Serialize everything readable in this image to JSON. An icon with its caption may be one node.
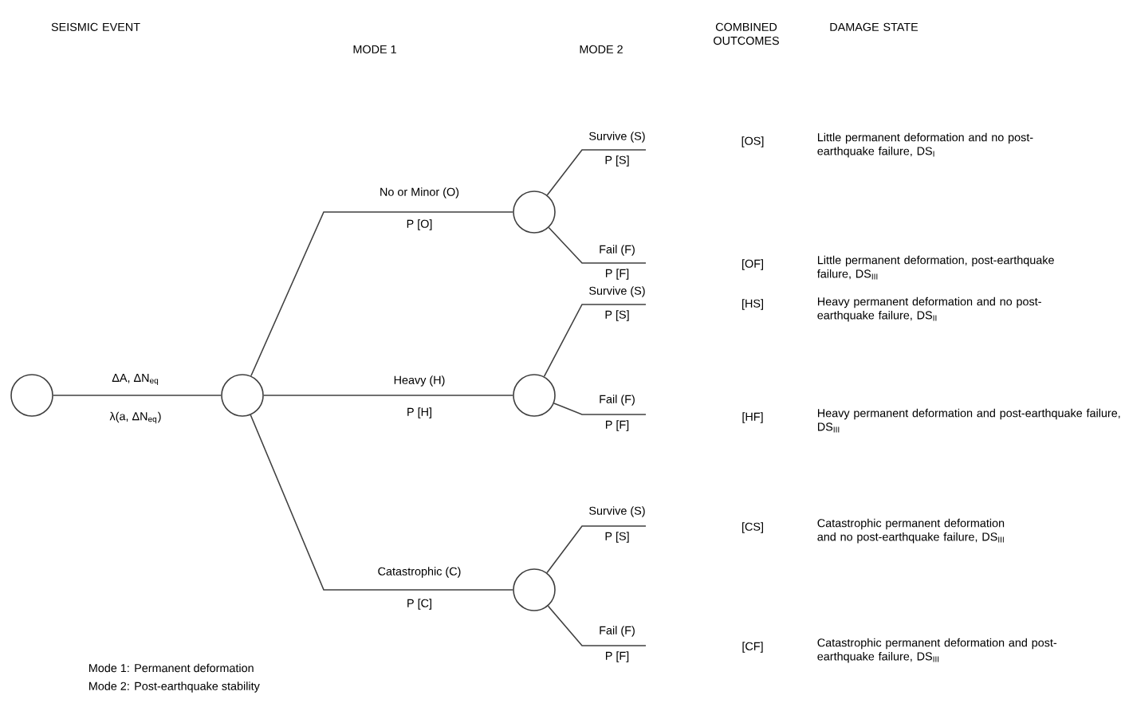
{
  "diagram": {
    "nodes": [
      {
        "text": [],
        "shape": "circle"
      },
      {
        "text": [],
        "shape": "circle"
      },
      {
        "text": [],
        "shape": "circle"
      },
      {
        "text": [],
        "shape": "circle"
      },
      {
        "text": [],
        "shape": "circle"
      }
    ],
    "edges": [
      {
        "from": 0,
        "to": 1,
        "arrow": "none",
        "label": "ΔA, ΔN$_{eq}$"
      },
      {
        "from": 1,
        "to": 2,
        "arrow": "none",
        "label": "No or Minor (O)"
      },
      {
        "from": 1,
        "to": 3,
        "arrow": "none",
        "label": "Heavy  (H)"
      },
      {
        "from": 1,
        "to": 4,
        "arrow": "none",
        "label": "Catastrophic (C)"
      },
      {
        "from": 2,
        "to": null,
        "arrow": "none",
        "label": "Survive (S)"
      },
      {
        "from": 2,
        "to": null,
        "arrow": "none",
        "label": "Fail (F)"
      },
      {
        "from": 3,
        "to": null,
        "arrow": "none",
        "label": "Survive (S)"
      },
      {
        "from": 3,
        "to": null,
        "arrow": "none",
        "label": "Fail (F)"
      },
      {
        "from": 4,
        "to": null,
        "arrow": "none",
        "label": "Survive (S)"
      },
      {
        "from": 4,
        "to": null,
        "arrow": "none",
        "label": "Fail (F)"
      }
    ],
    "labels": [
      "SEISMIC EVENT",
      "MODE 1",
      "MODE 2",
      "COMBINED OUTCOMES",
      "DAMAGE STATE",
      "P [S]",
      "[OS]",
      "Little permanent deformation and no post-earthquake failure, DS$_{I}$",
      "P [O]",
      "P [F]",
      "[OF]",
      "Little permanent deformation, post-earthquake failure, DS$_{III}$",
      "P [S]",
      "[HS]",
      "Heavy permanent deformation and no post-earthquake failure, DS$_{II}$",
      "λ(a, ΔN$_{eq}$)",
      "P [H]",
      "P [F]",
      "[HF]",
      "Heavy permanent deformation and post-earthquake failure, DS$_{III}$",
      "P [S]",
      "[CS]",
      "Catastrophic permanent deformation and no post-earthquake failure, DS$_{III}$",
      "P [C]",
      "P [F]",
      "[CF]",
      "Catastrophic permanent deformation and post-earthquake failure, DS$_{III}$",
      "Mode 1: Permanent deformation",
      "Mode 2: Post-earthquake stability"
    ]
  }
}
